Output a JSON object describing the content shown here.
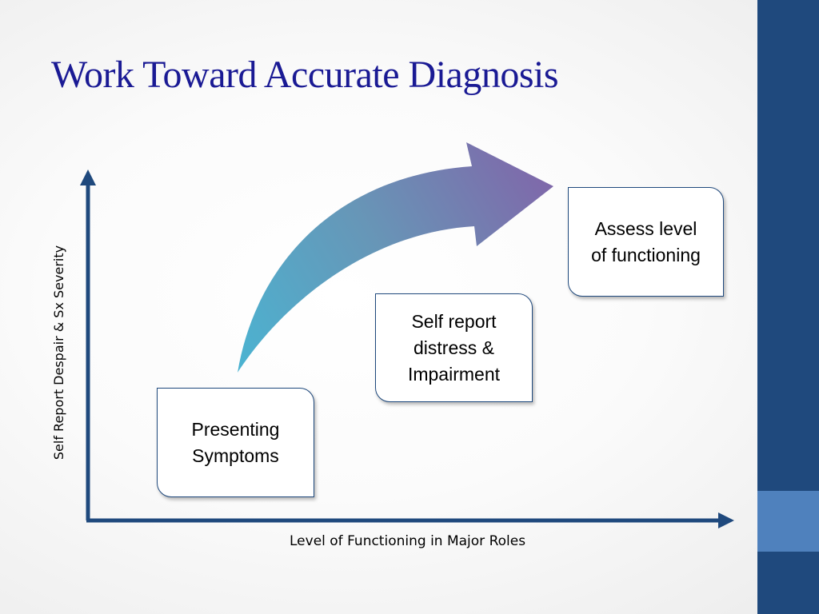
{
  "slide": {
    "title": "Work Toward Accurate Diagnosis"
  },
  "axes": {
    "y_label": "Self Report Despair & Sx Severity",
    "x_label": "Level of Functioning in Major Roles"
  },
  "boxes": [
    {
      "text": "Presenting\nSymptoms"
    },
    {
      "text": "Self report\ndistress &\nImpairment"
    },
    {
      "text": "Assess level\nof functioning"
    }
  ],
  "colors": {
    "title": "#1a1a94",
    "axis": "#1f497d",
    "sidebar": "#1f497d",
    "sidebar_accent": "#4f81bd",
    "arrow_start": "#4bb3d1",
    "arrow_end": "#7f68aa",
    "box_border": "#1f497d"
  }
}
